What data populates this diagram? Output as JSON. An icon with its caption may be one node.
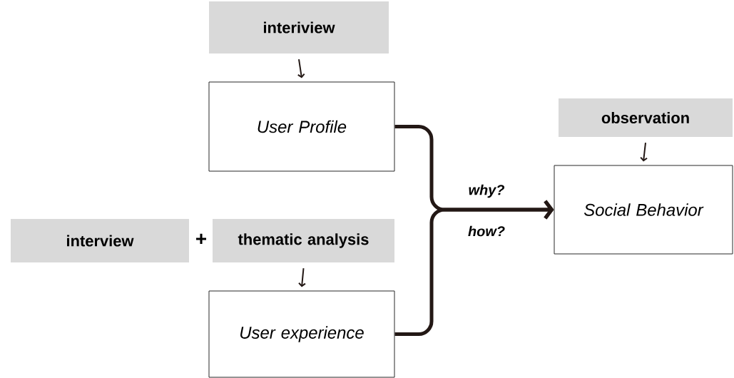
{
  "diagram": {
    "nodes": [
      {
        "text": [
          "interiview"
        ]
      },
      {
        "text": [
          "User Profile"
        ]
      },
      {
        "text": [
          "observation"
        ]
      },
      {
        "text": [
          "Social Behavior"
        ]
      },
      {
        "text": [
          "interview"
        ]
      },
      {
        "text": [
          "thematic analysis"
        ]
      },
      {
        "text": [
          "User experience"
        ]
      }
    ],
    "edges": [
      {
        "from": 0,
        "to": 1,
        "arrow": "to"
      },
      {
        "from": 2,
        "to": 3,
        "arrow": "to"
      },
      {
        "from": 5,
        "to": 6,
        "arrow": "to"
      },
      {
        "from": 1,
        "to": 3,
        "arrow": "to",
        "label": "why?",
        "style": "thick"
      },
      {
        "from": 6,
        "to": 3,
        "arrow": "to",
        "label": "how?",
        "style": "thick"
      }
    ],
    "labels": [
      "+"
    ]
  }
}
